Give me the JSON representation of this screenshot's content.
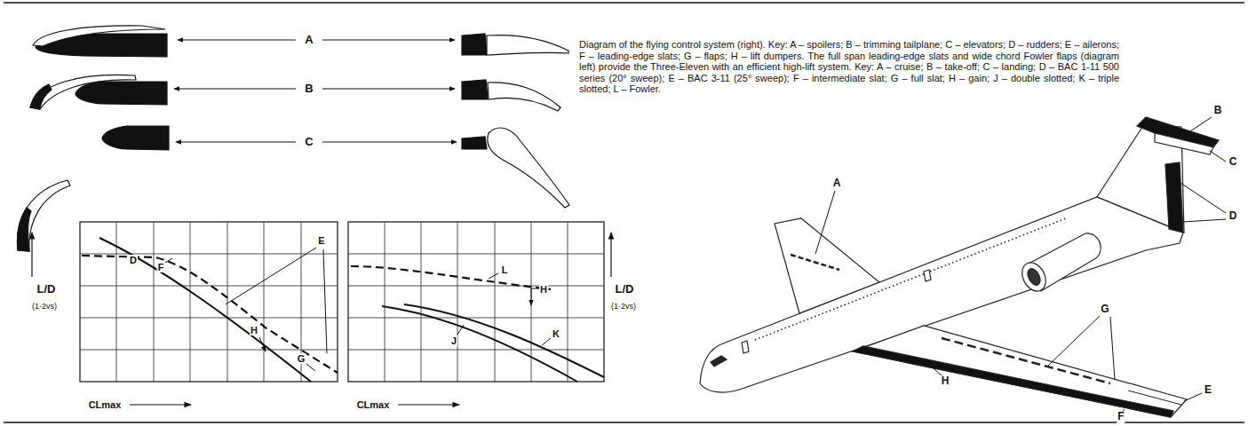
{
  "diagram": {
    "caption": "Diagram of the flying control system (right). Key: A – spoilers; B – trimming tailplane; C – elevators; D – rudders; E – ailerons; F – leading-edge slats; G – flaps; H – lift dumpers. The full span leading-edge slats and wide chord Fowler flaps (diagram left) provide the Three-Eleven with an efficient high-lift system. Key: A – cruise; B – take-off; C – landing; D – BAC 1-11 500 series (20° sweep); E – BAC 3-11 (25° sweep); F – intermediate slat; G – full slat; H – gain; J – double slotted; K – triple slotted; L – Fowler.",
    "labels": [
      "A",
      "B",
      "C",
      "L/D",
      "(1·2vs)",
      "D",
      "F",
      "E",
      "H",
      "G",
      "CLmax",
      "L/D",
      "(1·2vs)",
      "L",
      "H",
      "J",
      "K",
      "CLmax",
      "A",
      "B",
      "C",
      "D",
      "E",
      "F",
      "G",
      "H"
    ]
  }
}
